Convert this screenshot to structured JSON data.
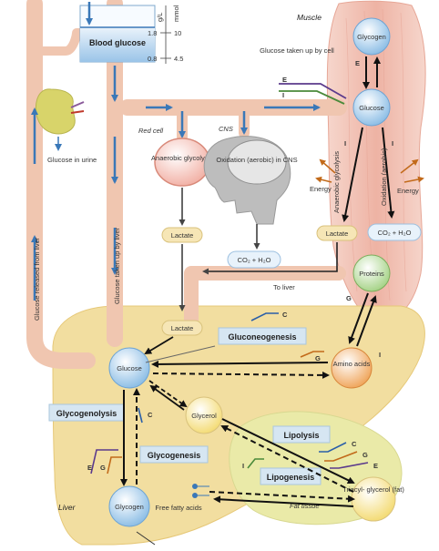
{
  "labels": {
    "muscle": "Muscle",
    "glycogen_muscle": "Glycogen",
    "glucose_taken_up_by_cell": "Glucose taken up by cell",
    "glucose_muscle": "Glucose",
    "anaerobic_glycolysis_muscle": "Anaerobic glycolysis",
    "oxidation_aerobic_muscle": "Oxidation (aerobic)",
    "energy_left": "Energy",
    "energy_right": "Energy",
    "lactate_muscle": "Lactate",
    "co2_h2o_muscle": "CO₂ + H₂O",
    "proteins": "Proteins",
    "to_liver": "To liver",
    "blood_glucose": "Blood glucose",
    "scale_unit_left": "g/L",
    "scale_unit_right": "mmol",
    "scale_top_left": "1.8",
    "scale_top_right": "10",
    "scale_bottom_left": "0.8",
    "scale_bottom_right": "4.5",
    "glucose_in_urine": "Glucose in urine",
    "red_cell": "Red cell",
    "cns": "CNS",
    "anaerobic_glycolysis_rbc": "Anaerobic glycolysis",
    "oxidation_cns": "Oxidation (aerobic) in CNS",
    "lactate_rbc": "Lactate",
    "co2_h2o_cns": "CO₂ + H₂O",
    "glucose_released_from_liver": "Glucose released from liver",
    "glucose_taken_up_by_liver": "Glucose taken up by liver",
    "lactate_liver": "Lactate",
    "gluconeogenesis": "Gluconeogenesis",
    "glucose_liver": "Glucose",
    "amino_acids": "Amino acids",
    "glycogenolysis": "Glycogenolysis",
    "glycerol": "Glycerol",
    "lipolysis": "Lipolysis",
    "glycogenesis": "Glycogenesis",
    "lipogenesis": "Lipogenesis",
    "triacylglycerol": "Triacyl- glycerol (fat)",
    "fat_tissue": "Fat tissue",
    "liver": "Liver",
    "glycogen_liver": "Glycogen",
    "free_fatty_acids": "Free fatty acids"
  },
  "hormone_letters": {
    "E_muscle_top": "E",
    "E_muscle_uptake": "E",
    "I_muscle_uptake": "I",
    "I_glycolysis": "I",
    "I_oxidation": "I",
    "G_proteins": "G",
    "I_amino": "I",
    "C_gluconeogenesis": "C",
    "G_amino": "G",
    "C_glycogenolysis": "C",
    "E_glycogenolysis": "E",
    "G_glycogenolysis": "G",
    "C_lipolysis": "C",
    "G_lipolysis": "G",
    "E_lipolysis": "E",
    "I_lipogenesis": "I"
  },
  "colors": {
    "vessel": "#f0c6b0",
    "liver": "#f2dea0",
    "fat_tissue": "#eaeaa8",
    "muscle": "#f2c3b6",
    "flow_arrow": "#3a78b8",
    "label_box": "#d6e6f2",
    "epinephrine": "#5b3a8c",
    "insulin": "#4a8a3a",
    "glucagon": "#c26a1a",
    "cortisol": "#2b5fa8"
  }
}
